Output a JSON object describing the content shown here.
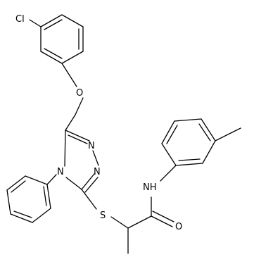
{
  "molecule": {
    "atoms": {
      "cl": "Cl",
      "o_ether": "O",
      "n_triazole_1": "N",
      "n_triazole_2": "N",
      "n_triazole_4": "N",
      "s": "S",
      "nh": "NH",
      "o_carbonyl": "O"
    }
  }
}
